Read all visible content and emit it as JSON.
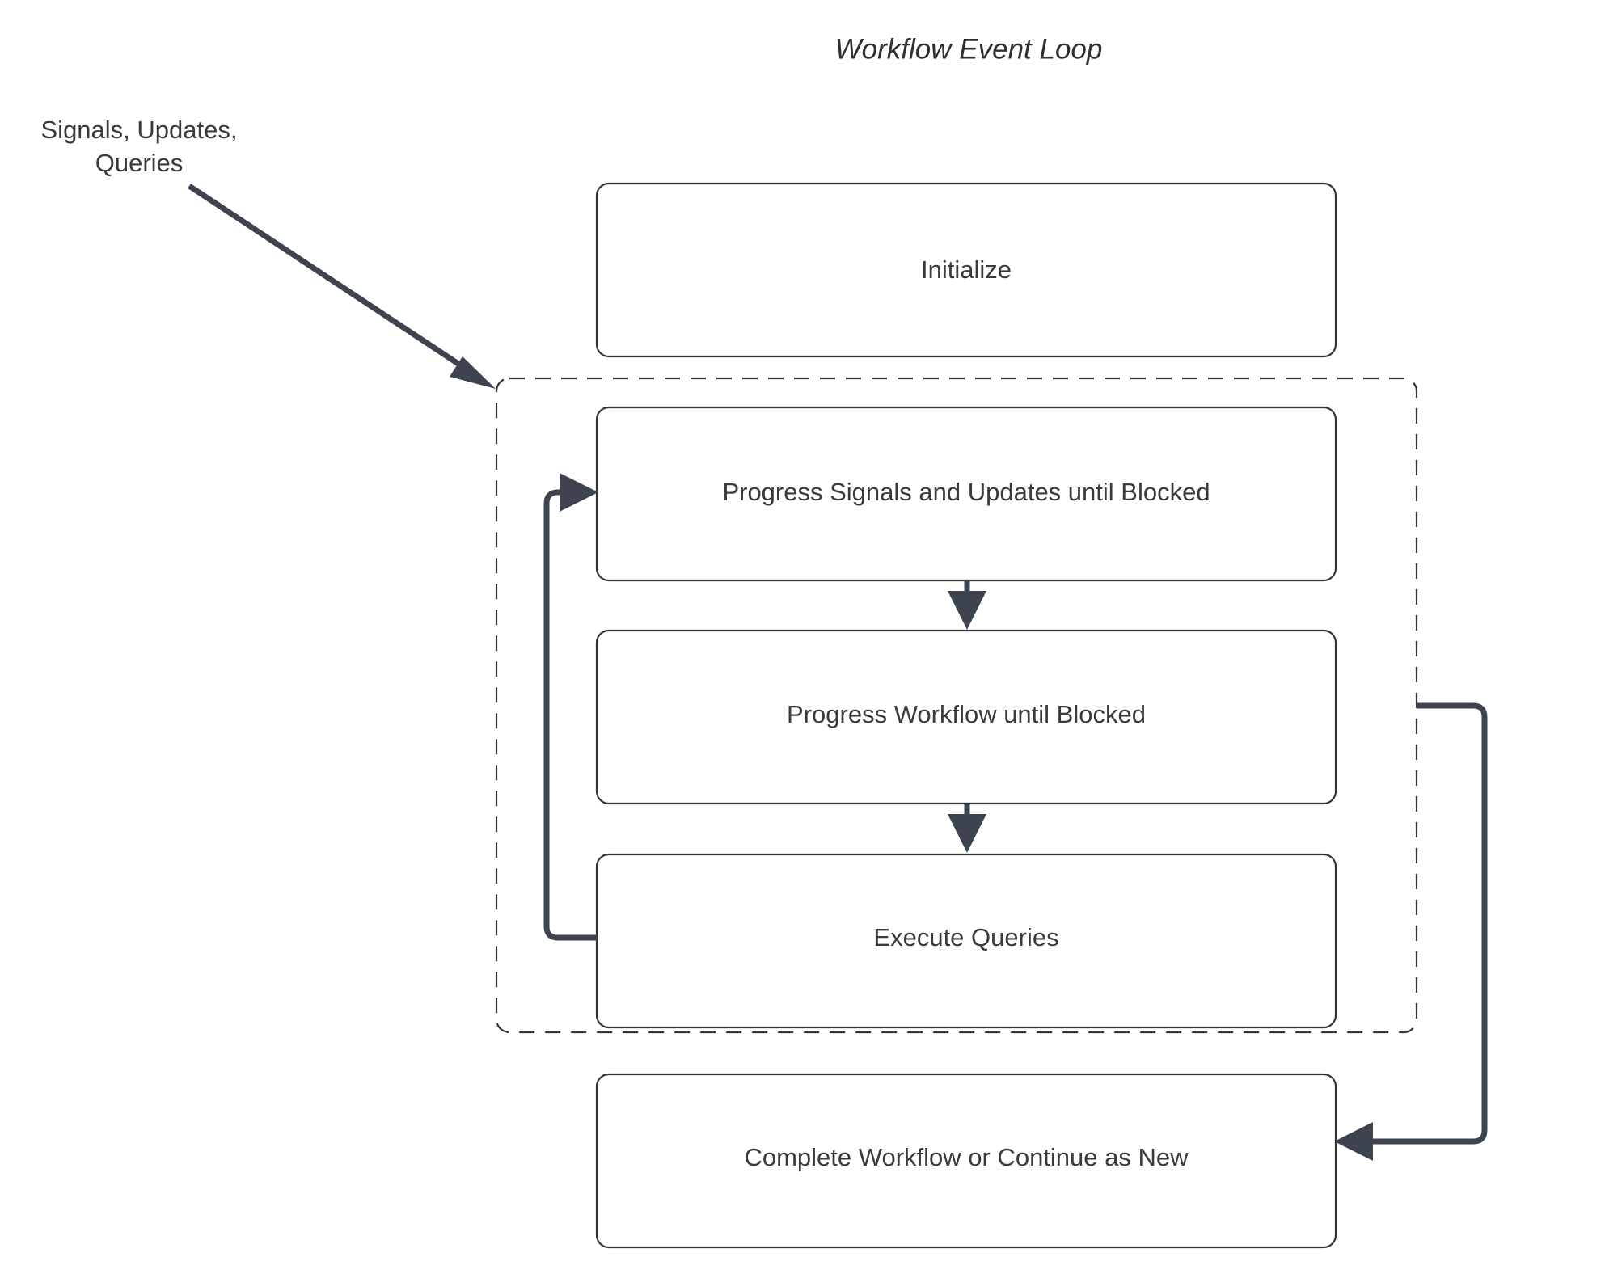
{
  "diagram": {
    "title": "Workflow Event Loop",
    "background_color": "#ffffff",
    "node_border_color": "#33333a",
    "connector_color": "#3d4450",
    "text_color": "#3a3a3a",
    "nodes": [
      {
        "id": "initialize",
        "label": "Initialize",
        "shape": "rounded-rect"
      },
      {
        "id": "progress-signals",
        "label": "Progress Signals and Updates until Blocked",
        "shape": "rounded-rect"
      },
      {
        "id": "progress-workflow",
        "label": "Progress Workflow until Blocked",
        "shape": "rounded-rect"
      },
      {
        "id": "execute-queries",
        "label": "Execute Queries",
        "shape": "rounded-rect"
      },
      {
        "id": "complete-workflow",
        "label": "Complete Workflow or Continue as New",
        "shape": "rounded-rect"
      }
    ],
    "group": {
      "id": "event-loop-group",
      "style": "dashed",
      "label": ""
    },
    "edge_labels": {
      "external_input_line1": "Signals, Updates,",
      "external_input_line2": "Queries"
    },
    "edges": [
      {
        "from": "external-input",
        "to": "event-loop-group",
        "style": "solid-arrow"
      },
      {
        "from": "progress-signals",
        "to": "progress-workflow",
        "style": "solid-arrow"
      },
      {
        "from": "progress-workflow",
        "to": "execute-queries",
        "style": "solid-arrow"
      },
      {
        "from": "execute-queries",
        "to": "progress-signals",
        "style": "loop-back-left"
      },
      {
        "from": "event-loop-group",
        "to": "complete-workflow",
        "style": "loop-right"
      }
    ]
  }
}
